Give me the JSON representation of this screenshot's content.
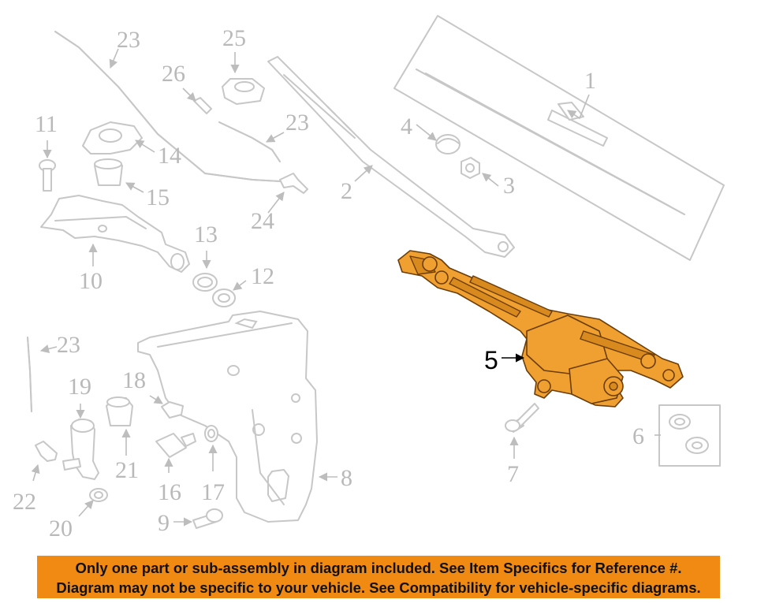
{
  "callouts": {
    "c1": "1",
    "c2": "2",
    "c3": "3",
    "c4": "4",
    "c5": "5",
    "c6": "6",
    "c7": "7",
    "c8": "8",
    "c9": "9",
    "c10": "10",
    "c11": "11",
    "c12": "12",
    "c13": "13",
    "c14": "14",
    "c15": "15",
    "c16": "16",
    "c17": "17",
    "c18": "18",
    "c19": "19",
    "c20": "20",
    "c21": "21",
    "c22": "22",
    "c23a": "23",
    "c23b": "23",
    "c23c": "23",
    "c24": "24",
    "c25": "25",
    "c26": "26"
  },
  "highlight_color": "#f0a030",
  "banner": {
    "line1": "Only one part or sub-assembly in diagram included. See Item Specifics for Reference #.",
    "line2": "Diagram may not be specific to your vehicle. See Compatibility for vehicle-specific diagrams.",
    "color": "#f08a12"
  }
}
